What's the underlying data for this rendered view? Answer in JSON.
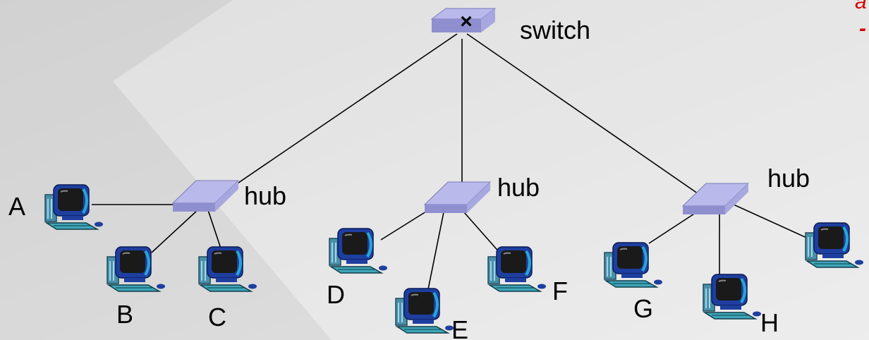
{
  "switch": {
    "label": "switch"
  },
  "hubs": [
    {
      "label": "hub"
    },
    {
      "label": "hub"
    },
    {
      "label": "hub"
    }
  ],
  "hosts": [
    {
      "label": "A"
    },
    {
      "label": "B"
    },
    {
      "label": "C"
    },
    {
      "label": "D"
    },
    {
      "label": "E"
    },
    {
      "label": "F"
    },
    {
      "label": "G"
    },
    {
      "label": "H"
    },
    {
      "label": ""
    }
  ],
  "cropped_text": {
    "line1": "a",
    "line2": "-"
  },
  "colors": {
    "device_top": "#b9b9ec",
    "device_side": "#8f8fd0",
    "monitor_frame": "#1e3fa0",
    "screen": "#1a1a1a",
    "cpu": "#4a8fa8",
    "keyboard": "#3ea6b8",
    "accent_red": "#d40000"
  }
}
